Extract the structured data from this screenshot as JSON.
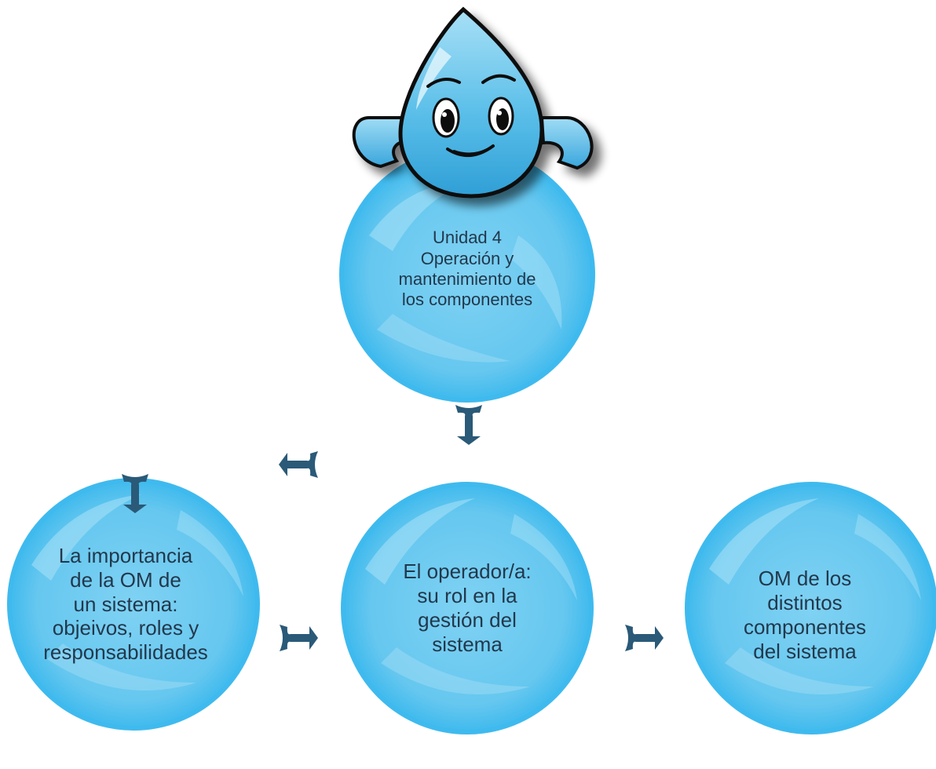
{
  "colors": {
    "bubble_fill": "#6ac9f0",
    "bubble_rim": "#3fbaee",
    "bubble_highlight": "#a9e2f8",
    "arrow": "#2a5a78",
    "text": "#22384c",
    "drop_outline": "#111111"
  },
  "mascot": {
    "name": "water-drop-mascot",
    "icon": "water-drop-character-icon"
  },
  "nodes": {
    "top": {
      "lines": [
        "Unidad 4",
        "Operación y",
        "mantenimiento de",
        "los componentes"
      ]
    },
    "left": {
      "lines": [
        "La importancia",
        "de la OM de",
        "un sistema:",
        "objeivos, roles y",
        "responsabilidades"
      ]
    },
    "center": {
      "lines": [
        "El operador/a:",
        "su rol en la",
        "gestión del",
        "sistema"
      ]
    },
    "right": {
      "lines": [
        "OM de los",
        "distintos",
        "componentes",
        "del sistema"
      ]
    }
  },
  "arrows": {
    "top_down": {
      "direction": "down",
      "icon": "down-arrow-icon"
    },
    "top_left": {
      "direction": "left",
      "icon": "left-arrow-icon"
    },
    "left_down": {
      "direction": "down",
      "icon": "down-arrow-icon"
    },
    "left_to_center": {
      "direction": "right",
      "icon": "right-arrow-icon"
    },
    "center_to_right": {
      "direction": "right",
      "icon": "right-arrow-icon"
    }
  }
}
